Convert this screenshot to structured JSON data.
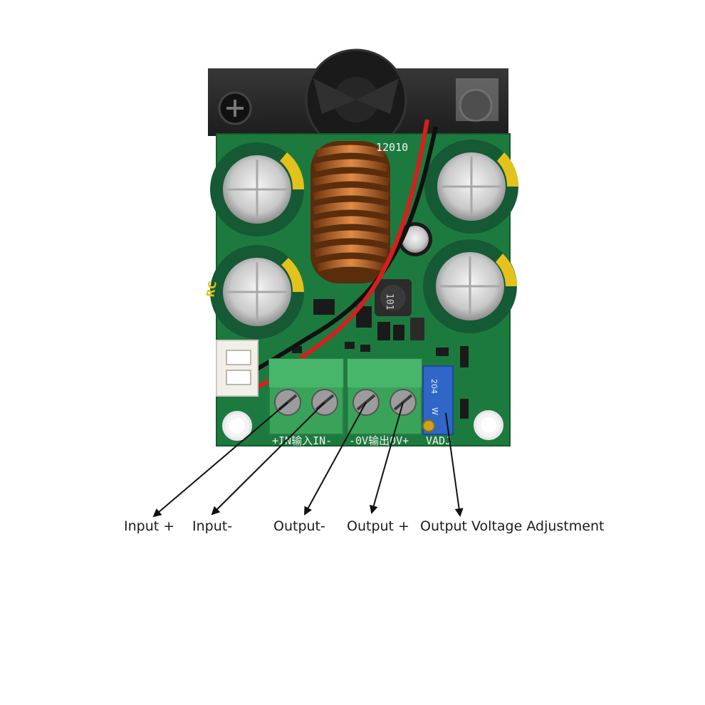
{
  "board": {
    "silkscreen": {
      "input_marking": "+IN输入IN-",
      "output_marking": "-0V输出0V+",
      "adjust_marking": "VADJ"
    },
    "component_markings": {
      "inductor_code": "12010",
      "ic_code": "101",
      "potentiometer_code": "204",
      "potentiometer_letter": "W",
      "capacitor_print": "RC"
    }
  },
  "callouts": [
    {
      "id": "input-plus",
      "label": "Input +"
    },
    {
      "id": "input-minus",
      "label": "Input-"
    },
    {
      "id": "output-minus",
      "label": "Output-"
    },
    {
      "id": "output-plus",
      "label": "Output +"
    },
    {
      "id": "output-adj",
      "label": "Output Voltage Adjustment"
    }
  ],
  "colors": {
    "pcb": "#1d7a3e",
    "terminal_block": "#3aa35a",
    "wire_red": "#d81e1e",
    "wire_black": "#111111",
    "potentiometer": "#2f66c8",
    "capacitor_sleeve": "#155a34",
    "capacitor_stripe": "#e3c21c",
    "inductor_copper": "#b8652a"
  }
}
